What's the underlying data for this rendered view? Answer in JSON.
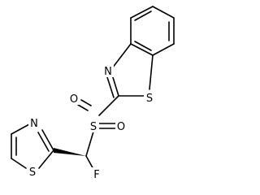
{
  "molecule": {
    "atoms": {
      "n_benzothiazole": "N",
      "s_benzothiazole": "S",
      "s_sulfonyl": "S",
      "o_sulfonyl_top": "O",
      "o_sulfonyl_right": "O",
      "n_thiazole": "N",
      "s_thiazole": "S",
      "f_fluoro": "F"
    }
  }
}
